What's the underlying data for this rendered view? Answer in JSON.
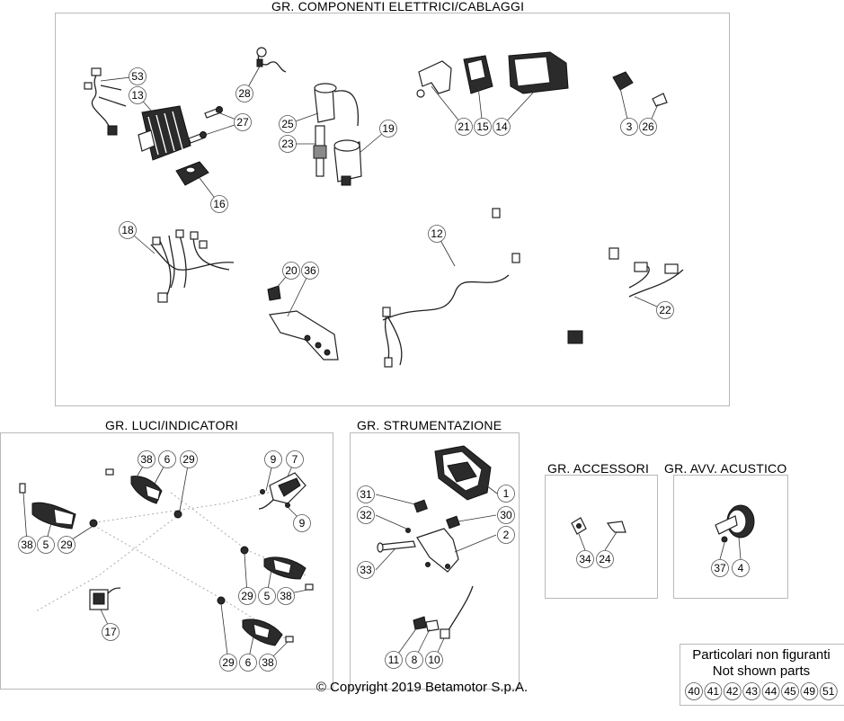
{
  "groups": {
    "electrical": "GR. COMPONENTI ELETTRICI/CABLAGGI",
    "lights": "GR. LUCI/INDICATORI",
    "instruments": "GR. STRUMENTAZIONE",
    "accessories": "GR. ACCESSORI",
    "horn": "GR. AVV. ACUSTICO"
  },
  "callouts": {
    "c53": "53",
    "c13": "13",
    "c28": "28",
    "c27": "27",
    "c25": "25",
    "c23": "23",
    "c19": "19",
    "c21": "21",
    "c15": "15",
    "c14": "14",
    "c3": "3",
    "c26": "26",
    "c16": "16",
    "c18": "18",
    "c12": "12",
    "c20": "20",
    "c36": "36",
    "c22": "22",
    "l38a": "38",
    "l6a": "6",
    "l29a": "29",
    "l9a": "9",
    "l7": "7",
    "l9b": "9",
    "l38b": "38",
    "l5a": "5",
    "l29b": "29",
    "l29c": "29",
    "l5b": "5",
    "l38c": "38",
    "l17": "17",
    "l29d": "29",
    "l6b": "6",
    "l38d": "38",
    "s1": "1",
    "s31": "31",
    "s32": "32",
    "s30": "30",
    "s2": "2",
    "s33": "33",
    "s11": "11",
    "s8": "8",
    "s10": "10",
    "a34": "34",
    "a24": "24",
    "h37": "37",
    "h4": "4"
  },
  "not_shown": {
    "title_it": "Particolari non figuranti",
    "title_en": "Not shown parts",
    "parts": [
      "40",
      "41",
      "42",
      "43",
      "44",
      "45",
      "49",
      "51"
    ]
  },
  "copyright": "© Copyright 2019 Betamotor S.p.A.",
  "colors": {
    "panel_border": "#b9b9b9",
    "part_dark": "#2b2b2b",
    "background": "#ffffff"
  }
}
